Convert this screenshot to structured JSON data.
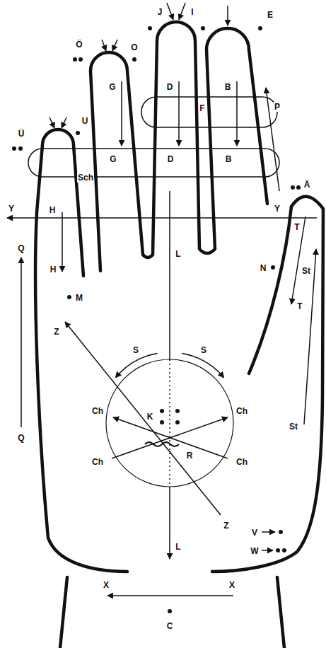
{
  "diagram": {
    "labels": [
      "J",
      "I",
      "Ö",
      "O",
      "E",
      "F",
      "G",
      "D",
      "B",
      "P",
      "Ü",
      "U",
      "G",
      "D",
      "B",
      "Sch",
      "Ä",
      "Y",
      "Y",
      "H",
      "T",
      "H",
      "L",
      "St",
      "N",
      "Q",
      "M",
      "T",
      "S",
      "S",
      "Z",
      "Ch",
      "Ch",
      "K",
      "Ch",
      "Ch",
      "R",
      "Q",
      "St",
      "V",
      "W",
      "Z",
      "L",
      "X",
      "X",
      "C"
    ]
  }
}
